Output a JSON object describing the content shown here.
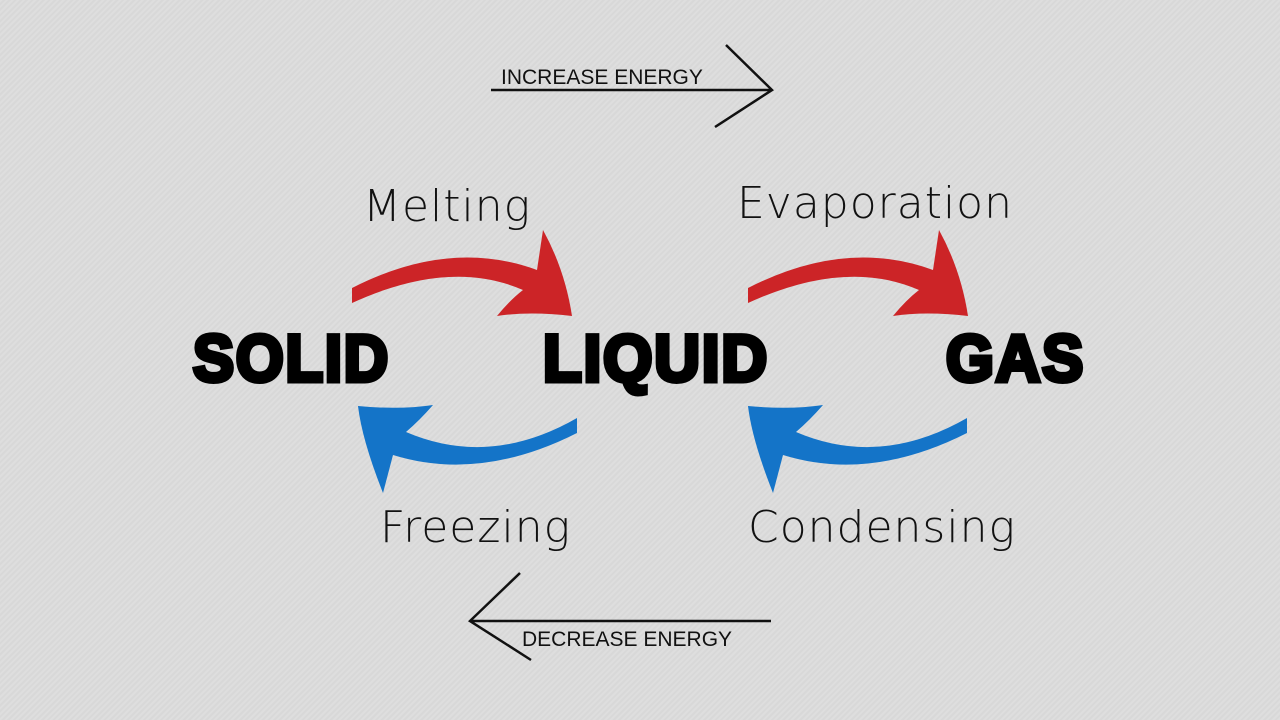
{
  "energy": {
    "increase": "INCREASE ENERGY",
    "decrease": "DECREASE ENERGY"
  },
  "states": {
    "solid": "SOLID",
    "liquid": "LIQUID",
    "gas": "GAS"
  },
  "processes": {
    "melting": "Melting",
    "evaporation": "Evaporation",
    "freezing": "Freezing",
    "condensing": "Condensing"
  },
  "colors": {
    "heat": "#cc2427",
    "cool": "#1474c8"
  }
}
